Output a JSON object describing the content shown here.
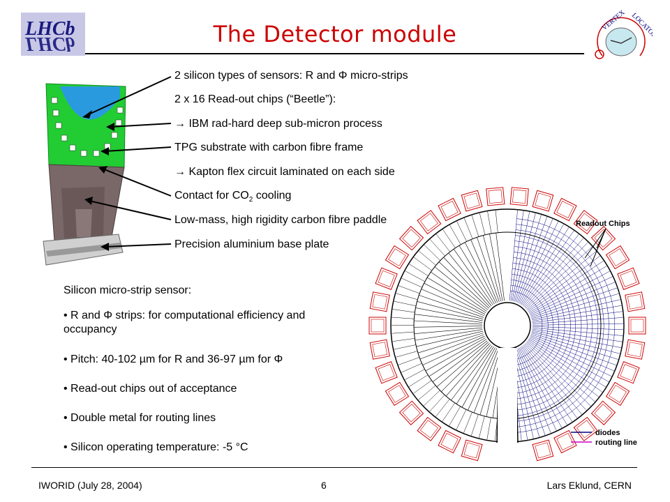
{
  "title": "The Detector module",
  "logos": {
    "lhcb": "LHCb",
    "velo_top": "VERTEX",
    "velo_right": "LOCATOR"
  },
  "features": [
    "2 silicon types of sensors: R and Φ micro-strips",
    "2 x 16  Read-out chips (“Beetle”):",
    "→ IBM rad-hard deep sub-micron process",
    "TPG substrate with carbon fibre frame",
    "→ Kapton flex circuit laminated on each side",
    {
      "prefix": "Contact for CO",
      "sub": "2",
      "suffix": " cooling"
    },
    "Low-mass, high rigidity carbon fibre paddle",
    "Precision aluminium base plate"
  ],
  "sensor": {
    "heading": "Silicon micro-strip sensor:",
    "bullets": [
      "• R and Φ strips: for computational efficiency and occupancy",
      "• Pitch: 40-102 µm for R and 36-97 µm for Φ",
      "• Read-out chips out of acceptance",
      "• Double metal for routing lines",
      "• Silicon operating temperature: -5 °C"
    ]
  },
  "diagram": {
    "readout_label": "Readout Chips",
    "legend": [
      {
        "label": "diodes",
        "color": "#000080"
      },
      {
        "label": "routing line",
        "color": "#cc00cc"
      }
    ],
    "chip_color": "#cc0000"
  },
  "footer": {
    "left": "IWORID (July 28, 2004)",
    "center": "6",
    "right": "Lars Eklund, CERN"
  }
}
